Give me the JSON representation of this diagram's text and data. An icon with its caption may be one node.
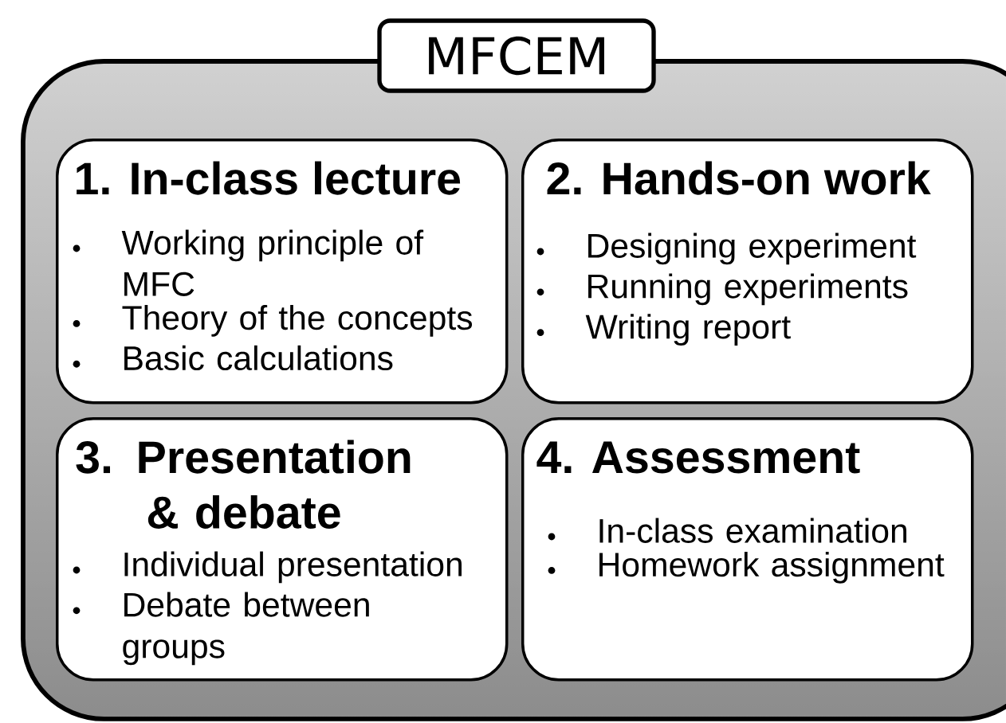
{
  "diagram": {
    "nodes": [
      {
        "text": [
          "MFCEM"
        ]
      },
      {
        "text": [
          "1. In-class lecture",
          "Working principle of MFC",
          "Theory of the concepts",
          "Basic calculations"
        ],
        "in": 0
      },
      {
        "text": [
          "2. Hands-on work",
          "Designing experiment",
          "Running experiments",
          "Writing report"
        ],
        "in": 0
      },
      {
        "text": [
          "3. Presentation & debate",
          "Individual presentation",
          "Debate between groups"
        ],
        "in": 0
      },
      {
        "text": [
          "4. Assessment",
          "In-class examination",
          "Homework assignment"
        ],
        "in": 0
      }
    ]
  }
}
